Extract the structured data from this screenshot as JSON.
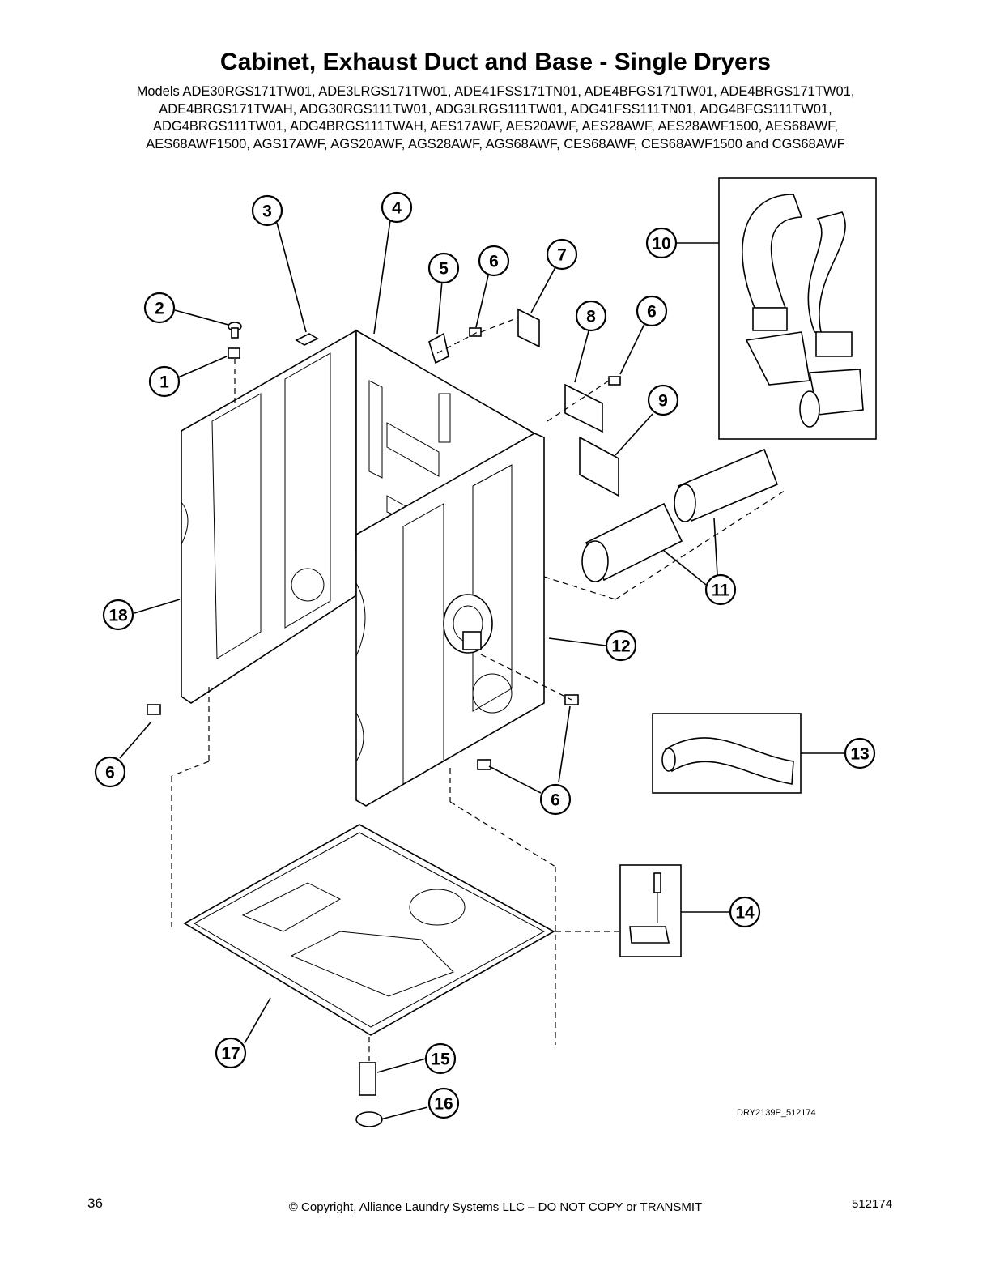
{
  "title": "Cabinet, Exhaust Duct and Base - Single Dryers",
  "models": [
    "Models ADE30RGS171TW01, ADE3LRGS171TW01, ADE41FSS171TN01, ADE4BFGS171TW01, ADE4BRGS171TW01,",
    "ADE4BRGS171TWAH, ADG30RGS111TW01, ADG3LRGS111TW01, ADG41FSS111TN01, ADG4BFGS111TW01,",
    "ADG4BRGS111TW01, ADG4BRGS111TWAH, AES17AWF, AES20AWF, AES28AWF, AES28AWF1500, AES68AWF,",
    "AES68AWF1500, AGS17AWF, AGS20AWF, AGS28AWF, AGS68AWF, CES68AWF, CES68AWF1500 and CGS68AWF"
  ],
  "callouts": [
    "1",
    "2",
    "3",
    "4",
    "5",
    "6",
    "7",
    "8",
    "6",
    "9",
    "10",
    "11",
    "12",
    "13",
    "14",
    "15",
    "16",
    "17",
    "18",
    "6",
    "6"
  ],
  "drawing_ref": "DRY2139P_512174",
  "footer": {
    "page_number": "36",
    "copyright": "© Copyright, Alliance Laundry Systems LLC – DO NOT COPY or TRANSMIT",
    "doc_number": "512174"
  }
}
